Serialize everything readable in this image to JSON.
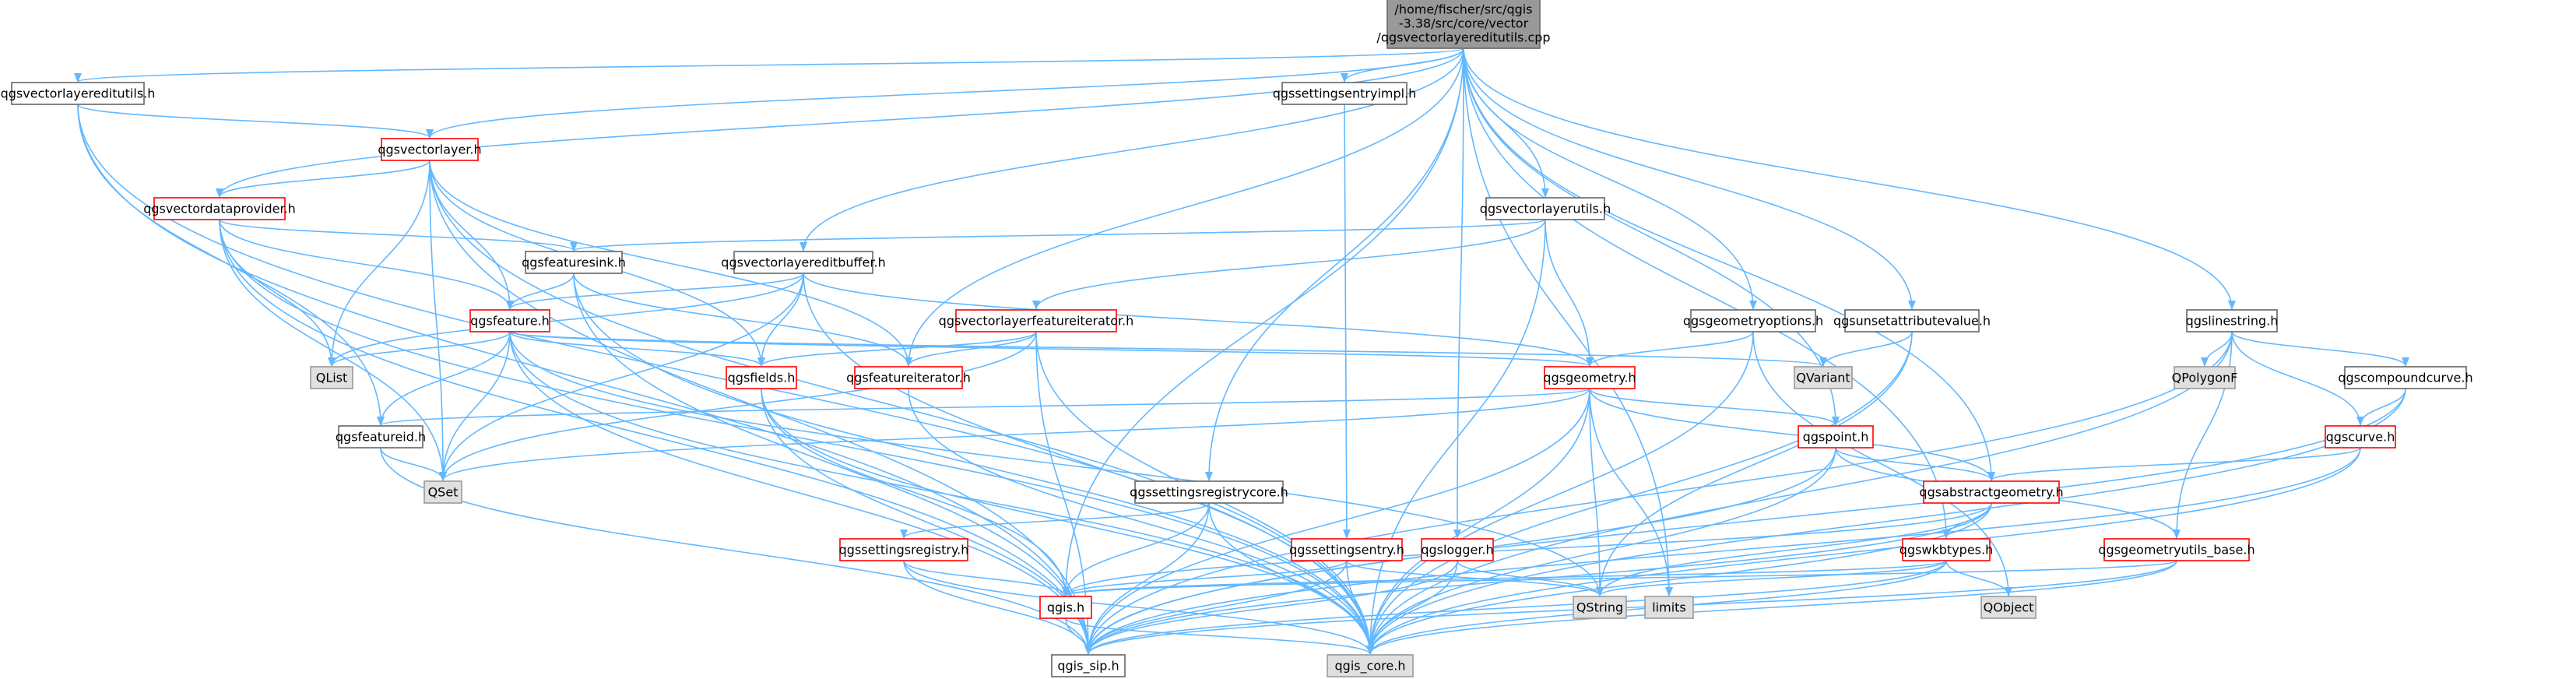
{
  "colors": {
    "edge": "#63b8ff",
    "border_default": "#666666",
    "border_incomplete": "#ff0000",
    "fill_default": "#ffffff",
    "fill_root": "#999999",
    "fill_external": "#e0e0e0",
    "border_external": "#999999",
    "text": "#000000"
  },
  "nodes": [
    {
      "id": "root",
      "kind": "root",
      "lines": [
        "/home/fischer/src/qgis",
        "-3.38/src/core/vector",
        "/qgsvectorlayereditutils.cpp"
      ]
    },
    {
      "id": "qgsvectorlayereditutils_h",
      "kind": "default",
      "lines": [
        "qgsvectorlayereditutils.h"
      ]
    },
    {
      "id": "qgssettingsentryimpl_h",
      "kind": "default",
      "lines": [
        "qgssettingsentryimpl.h"
      ]
    },
    {
      "id": "qgsvectorlayer_h",
      "kind": "incomplete",
      "lines": [
        "qgsvectorlayer.h"
      ]
    },
    {
      "id": "qgsvectordataprovider_h",
      "kind": "incomplete",
      "lines": [
        "qgsvectordataprovider.h"
      ]
    },
    {
      "id": "qgsvectorlayerutils_h",
      "kind": "default",
      "lines": [
        "qgsvectorlayerutils.h"
      ]
    },
    {
      "id": "qgsfeaturesink_h",
      "kind": "default",
      "lines": [
        "qgsfeaturesink.h"
      ]
    },
    {
      "id": "qgsvectorlayereditbuffer_h",
      "kind": "default",
      "lines": [
        "qgsvectorlayereditbuffer.h"
      ]
    },
    {
      "id": "qgsgeometryoptions_h",
      "kind": "default",
      "lines": [
        "qgsgeometryoptions.h"
      ]
    },
    {
      "id": "qgsunsetattributevalue_h",
      "kind": "default",
      "lines": [
        "qgsunsetattributevalue.h"
      ]
    },
    {
      "id": "qgslinestring_h",
      "kind": "default",
      "lines": [
        "qgslinestring.h"
      ]
    },
    {
      "id": "qgsfeature_h",
      "kind": "incomplete",
      "lines": [
        "qgsfeature.h"
      ]
    },
    {
      "id": "qgsvectorlayerfeatureiterator_h",
      "kind": "incomplete",
      "lines": [
        "qgsvectorlayerfeatureiterator.h"
      ]
    },
    {
      "id": "qlist",
      "kind": "external",
      "lines": [
        "QList"
      ]
    },
    {
      "id": "qgsfields_h",
      "kind": "incomplete",
      "lines": [
        "qgsfields.h"
      ]
    },
    {
      "id": "qgsfeatureiterator_h",
      "kind": "incomplete",
      "lines": [
        "qgsfeatureiterator.h"
      ]
    },
    {
      "id": "qgsgeometry_h",
      "kind": "incomplete",
      "lines": [
        "qgsgeometry.h"
      ]
    },
    {
      "id": "qvariant",
      "kind": "external",
      "lines": [
        "QVariant"
      ]
    },
    {
      "id": "qpolygonf",
      "kind": "external",
      "lines": [
        "QPolygonF"
      ]
    },
    {
      "id": "qgscompoundcurve_h",
      "kind": "default",
      "lines": [
        "qgscompoundcurve.h"
      ]
    },
    {
      "id": "qgsfeatureid_h",
      "kind": "default",
      "lines": [
        "qgsfeatureid.h"
      ]
    },
    {
      "id": "qgspoint_h",
      "kind": "incomplete",
      "lines": [
        "qgspoint.h"
      ]
    },
    {
      "id": "qgscurve_h",
      "kind": "incomplete",
      "lines": [
        "qgscurve.h"
      ]
    },
    {
      "id": "qset",
      "kind": "external",
      "lines": [
        "QSet"
      ]
    },
    {
      "id": "qgssettingsregistrycore_h",
      "kind": "default",
      "lines": [
        "qgssettingsregistrycore.h"
      ]
    },
    {
      "id": "qgsabstractgeometry_h",
      "kind": "incomplete",
      "lines": [
        "qgsabstractgeometry.h"
      ]
    },
    {
      "id": "qgssettingsregistry_h",
      "kind": "incomplete",
      "lines": [
        "qgssettingsregistry.h"
      ]
    },
    {
      "id": "qgssettingsentry_h",
      "kind": "incomplete",
      "lines": [
        "qgssettingsentry.h"
      ]
    },
    {
      "id": "qgslogger_h",
      "kind": "incomplete",
      "lines": [
        "qgslogger.h"
      ]
    },
    {
      "id": "qgswkbtypes_h",
      "kind": "incomplete",
      "lines": [
        "qgswkbtypes.h"
      ]
    },
    {
      "id": "qgsgeometryutils_base_h",
      "kind": "incomplete",
      "lines": [
        "qgsgeometryutils_base.h"
      ]
    },
    {
      "id": "qgis_h",
      "kind": "incomplete",
      "lines": [
        "qgis.h"
      ]
    },
    {
      "id": "qstring",
      "kind": "external",
      "lines": [
        "QString"
      ]
    },
    {
      "id": "limits",
      "kind": "external",
      "lines": [
        "limits"
      ]
    },
    {
      "id": "qobject",
      "kind": "external",
      "lines": [
        "QObject"
      ]
    },
    {
      "id": "qgis_sip_h",
      "kind": "default",
      "lines": [
        "qgis_sip.h"
      ]
    },
    {
      "id": "qgis_core_h",
      "kind": "external",
      "lines": [
        "qgis_core.h"
      ]
    }
  ]
}
